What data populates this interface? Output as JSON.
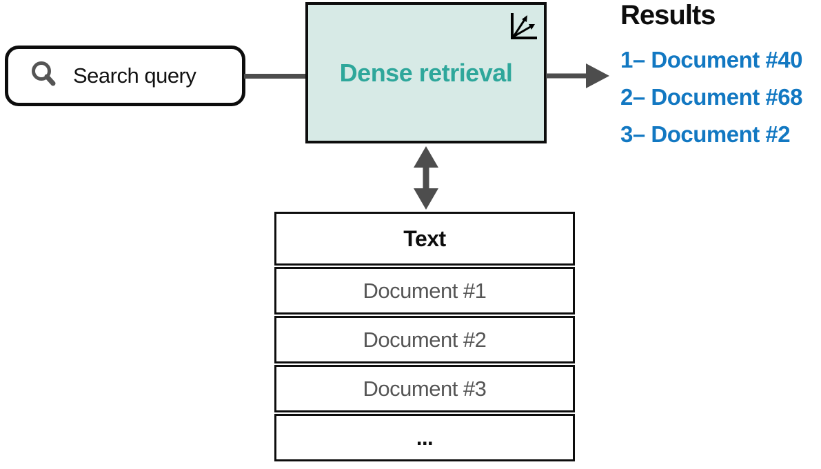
{
  "colors": {
    "accent_teal": "#2ea79b",
    "box_fill": "#d7eae6",
    "result_blue": "#1278c2",
    "arrow_gray": "#4d4d4d",
    "doc_text_gray": "#555555"
  },
  "search": {
    "label": "Search query",
    "icon": "magnifier-icon"
  },
  "dense_box": {
    "label": "Dense retrieval",
    "icon": "vector-axes-icon"
  },
  "results": {
    "title": "Results",
    "items": [
      "1– Document #40",
      "2– Document #68",
      "3– Document #2"
    ]
  },
  "table": {
    "header": "Text",
    "rows": [
      "Document #1",
      "Document #2",
      "Document #3",
      "..."
    ]
  }
}
